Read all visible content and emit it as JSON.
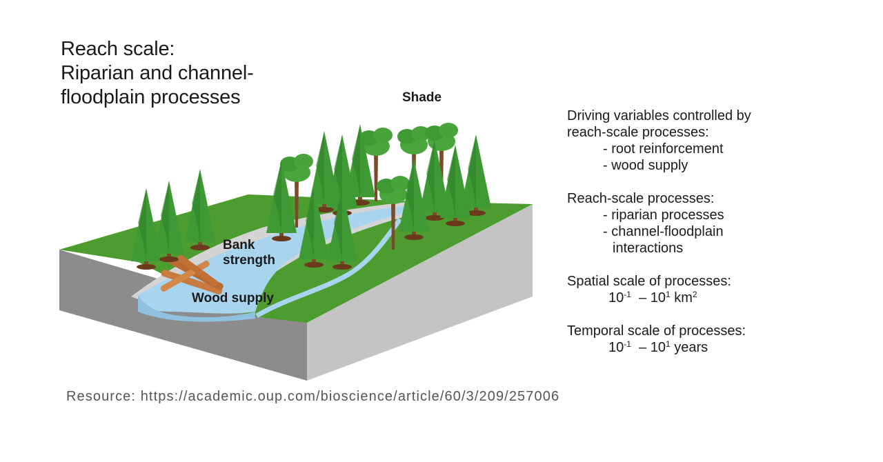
{
  "title": {
    "line1": "Reach scale:",
    "line2": "Riparian and channel-",
    "line3": "floodplain processes"
  },
  "diagram_labels": {
    "shade": "Shade",
    "bank_line1": "Bank",
    "bank_line2": "strength",
    "wood": "Wood supply"
  },
  "info": {
    "driving": {
      "heading_line1": "Driving variables controlled by",
      "heading_line2": "reach-scale processes:",
      "items": [
        "- root reinforcement",
        "- wood supply"
      ]
    },
    "processes": {
      "heading": "Reach-scale processes:",
      "items": [
        "- riparian processes",
        "- channel-floodplain"
      ],
      "continuation": "interactions"
    },
    "spatial": {
      "heading": "Spatial scale of processes:",
      "base1": "10",
      "exp1": "-1",
      "dash": "– 10",
      "exp2": "1",
      "unit": "km",
      "unit_exp": "2"
    },
    "temporal": {
      "heading": "Temporal scale of processes:",
      "base1": "10",
      "exp1": "-1",
      "dash": "– 10",
      "exp2": "1",
      "unit": "years"
    }
  },
  "resource": "Resource: https://academic.oup.com/bioscience/article/60/3/209/257006",
  "colors": {
    "grass": "#4a9a2e",
    "grass_far": "#d6d84a",
    "water": "#a8d4ee",
    "bank_gray": "#d4d4d4",
    "block_front": "#8a8a8a",
    "block_side": "#c2c2c2",
    "tree": "#3f9a35",
    "trunk": "#7a4a2a",
    "log": "#c97a3e"
  }
}
